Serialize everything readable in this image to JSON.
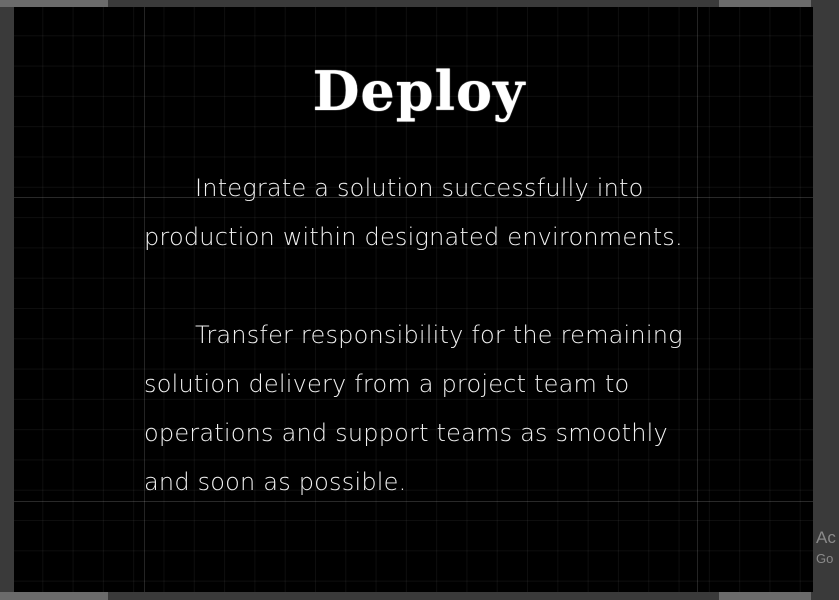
{
  "slide": {
    "title": "Deploy",
    "paragraphs": [
      "Integrate a solution successfully into production within designated environments.",
      "Transfer responsibility for the remaining solution delivery from a project team to operations and support teams as smoothly and soon as possible."
    ]
  },
  "watermark": {
    "line1": "Ac",
    "line2": "Go"
  },
  "colors": {
    "slide_background": "#000000",
    "text": "#ffffff",
    "frame": "#3a3a3a"
  }
}
